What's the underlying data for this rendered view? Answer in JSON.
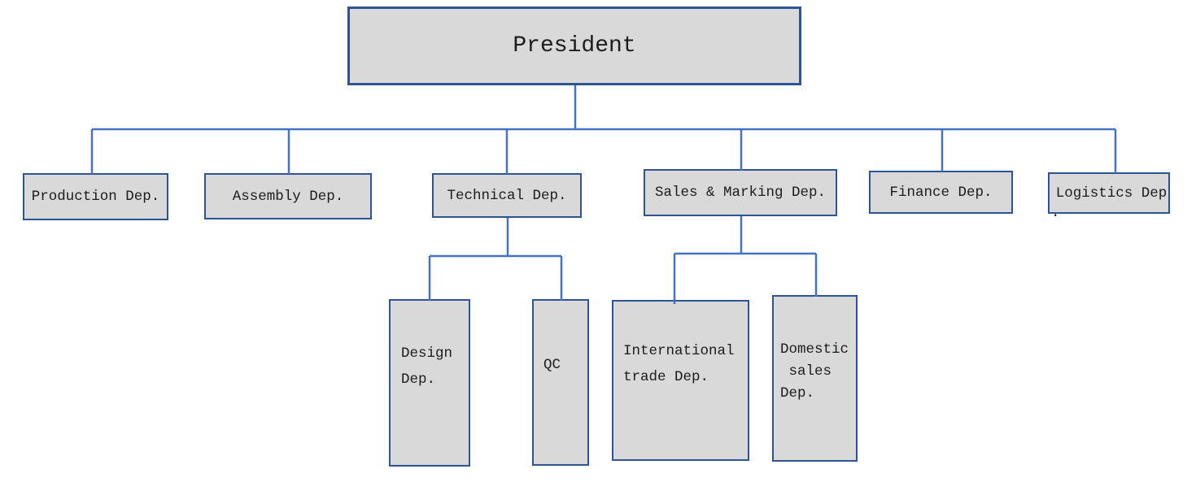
{
  "diagram": {
    "type": "org-chart",
    "colors": {
      "box_fill": "#d9d9d9",
      "box_border": "#2f5496",
      "connector": "#4472c4",
      "text": "#1c1c1c",
      "background": "#ffffff"
    },
    "nodes": {
      "president": {
        "label": "President",
        "parent": null
      },
      "production": {
        "label": "Production Dep.",
        "parent": "president"
      },
      "assembly": {
        "label": "Assembly Dep.",
        "parent": "president"
      },
      "technical": {
        "label": "Technical Dep.",
        "parent": "president"
      },
      "sales": {
        "label": "Sales & Marking Dep.",
        "parent": "president"
      },
      "finance": {
        "label": "Finance Dep.",
        "parent": "president"
      },
      "logistics": {
        "label": "Logistics Dep",
        "wrapped_suffix": ".",
        "parent": "president"
      },
      "design": {
        "label": "Design\nDep.",
        "parent": "technical"
      },
      "qc": {
        "label": "QC",
        "parent": "technical"
      },
      "intl": {
        "label": "International\ntrade Dep.",
        "parent": "sales"
      },
      "domestic": {
        "label": "Domestic\n sales\nDep.",
        "parent": "sales"
      }
    }
  }
}
